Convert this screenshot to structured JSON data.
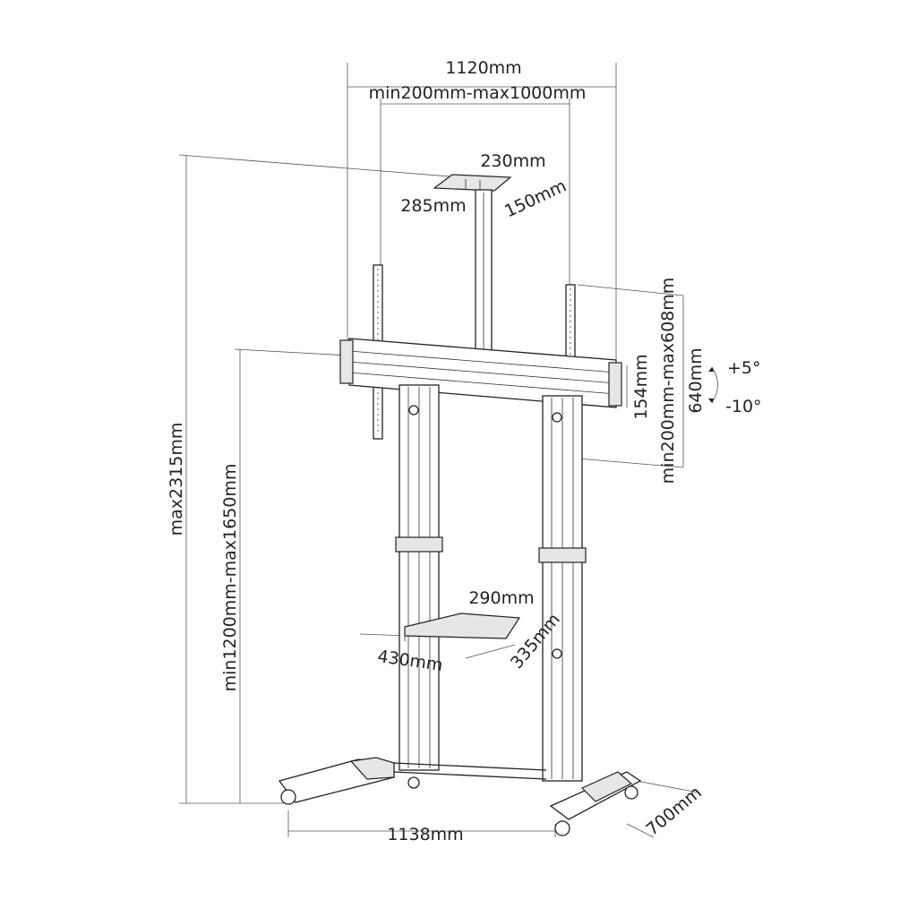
{
  "dimensions": {
    "overall_width": "1120mm",
    "vesa_width_range": "min200mm-max1000mm",
    "top_plate_width": "230mm",
    "top_plate_depth": "285mm",
    "top_plate_side": "150mm",
    "bracket_height": "154mm",
    "vesa_height_range": "min200mm-max608mm",
    "bracket_arm_height": "640mm",
    "tilt_up": "+5°",
    "tilt_down": "-10°",
    "max_height": "max2315mm",
    "center_height_range": "min1200mm-max1650mm",
    "shelf_width": "290mm",
    "shelf_depth": "430mm",
    "shelf_side": "335mm",
    "base_width": "1138mm",
    "base_depth": "700mm"
  },
  "colors": {
    "line": "#222222",
    "fill": "#e6e6e6"
  }
}
